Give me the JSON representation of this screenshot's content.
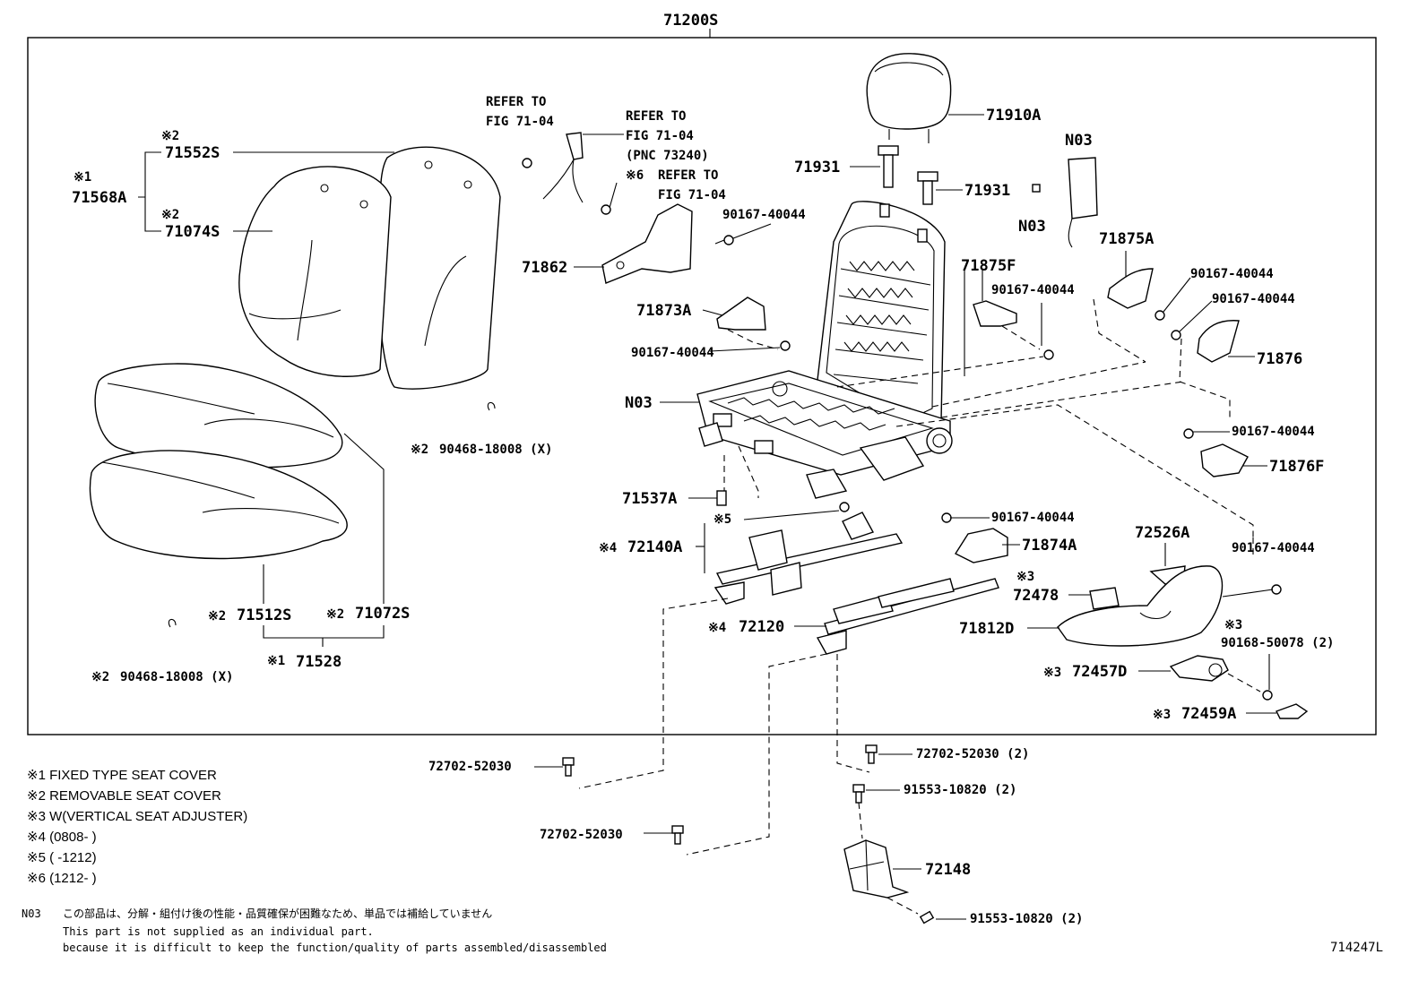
{
  "diagram": {
    "main_assembly": "71200S",
    "figure_id": "714247L",
    "callouts": {
      "c71910A": "71910A",
      "cN03a": "N03",
      "c71931a": "71931",
      "c71931b": "71931",
      "cN03b": "N03",
      "c71875A": "71875A",
      "c71875F": "71875F",
      "c90167_a": "90167-40044",
      "c90167_b": "90167-40044",
      "c90167_c": "90167-40044",
      "c90167_d": "90167-40044",
      "c90167_e": "90167-40044",
      "c90167_f": "90167-40044",
      "c90167_g": "90167-40044",
      "c90167_h": "90167-40044",
      "c71876": "71876",
      "c71876F": "71876F",
      "c71862": "71862",
      "c71873A": "71873A",
      "cN03c": "N03",
      "c71537A": "71537A",
      "c72140A": "72140A",
      "c71874A": "71874A",
      "c72526A": "72526A",
      "c72478": "72478",
      "c72120": "72120",
      "c71812D": "71812D",
      "c90168": "90168-50078 (2)",
      "c72457D": "72457D",
      "c72459A": "72459A",
      "c71552S": "71552S",
      "c71568A": "71568A",
      "c71074S": "71074S",
      "c90468_a": "90468-18008 (X)",
      "c90468_b": "90468-18008 (X)",
      "c71512S": "71512S",
      "c71072S": "71072S",
      "c71528": "71528",
      "c72702_a": "72702-52030",
      "c72702_b": "72702-52030",
      "c72702_c": "72702-52030 (2)",
      "c91553_a": "91553-10820 (2)",
      "c91553_b": "91553-10820 (2)",
      "c72148": "72148",
      "ref1_l1": "REFER TO",
      "ref1_l2": "FIG 71-04",
      "ref2_l1": "REFER TO",
      "ref2_l2": "FIG 71-04",
      "ref2_l3": "(PNC 73240)",
      "ref3_l1": "REFER TO",
      "ref3_l2": "FIG 71-04"
    },
    "marks": {
      "m1": "※1",
      "m2": "※2",
      "m3": "※3",
      "m4": "※4",
      "m5": "※5",
      "m6": "※6"
    },
    "notes": [
      "※1 FIXED TYPE SEAT COVER",
      "※2 REMOVABLE SEAT COVER",
      "※3 W(VERTICAL SEAT ADJUSTER)",
      "※4 (0808-      )",
      "※5 (      -1212)",
      "※6 (1212-      )"
    ],
    "footnote": {
      "code": "N03",
      "jp": "この部品は、分解・組付け後の性能・品質確保が困難なため、単品では補給していません",
      "en1": "This part is not supplied as an individual part.",
      "en2": "because it is difficult to keep the function/quality of parts assembled/disassembled"
    }
  }
}
